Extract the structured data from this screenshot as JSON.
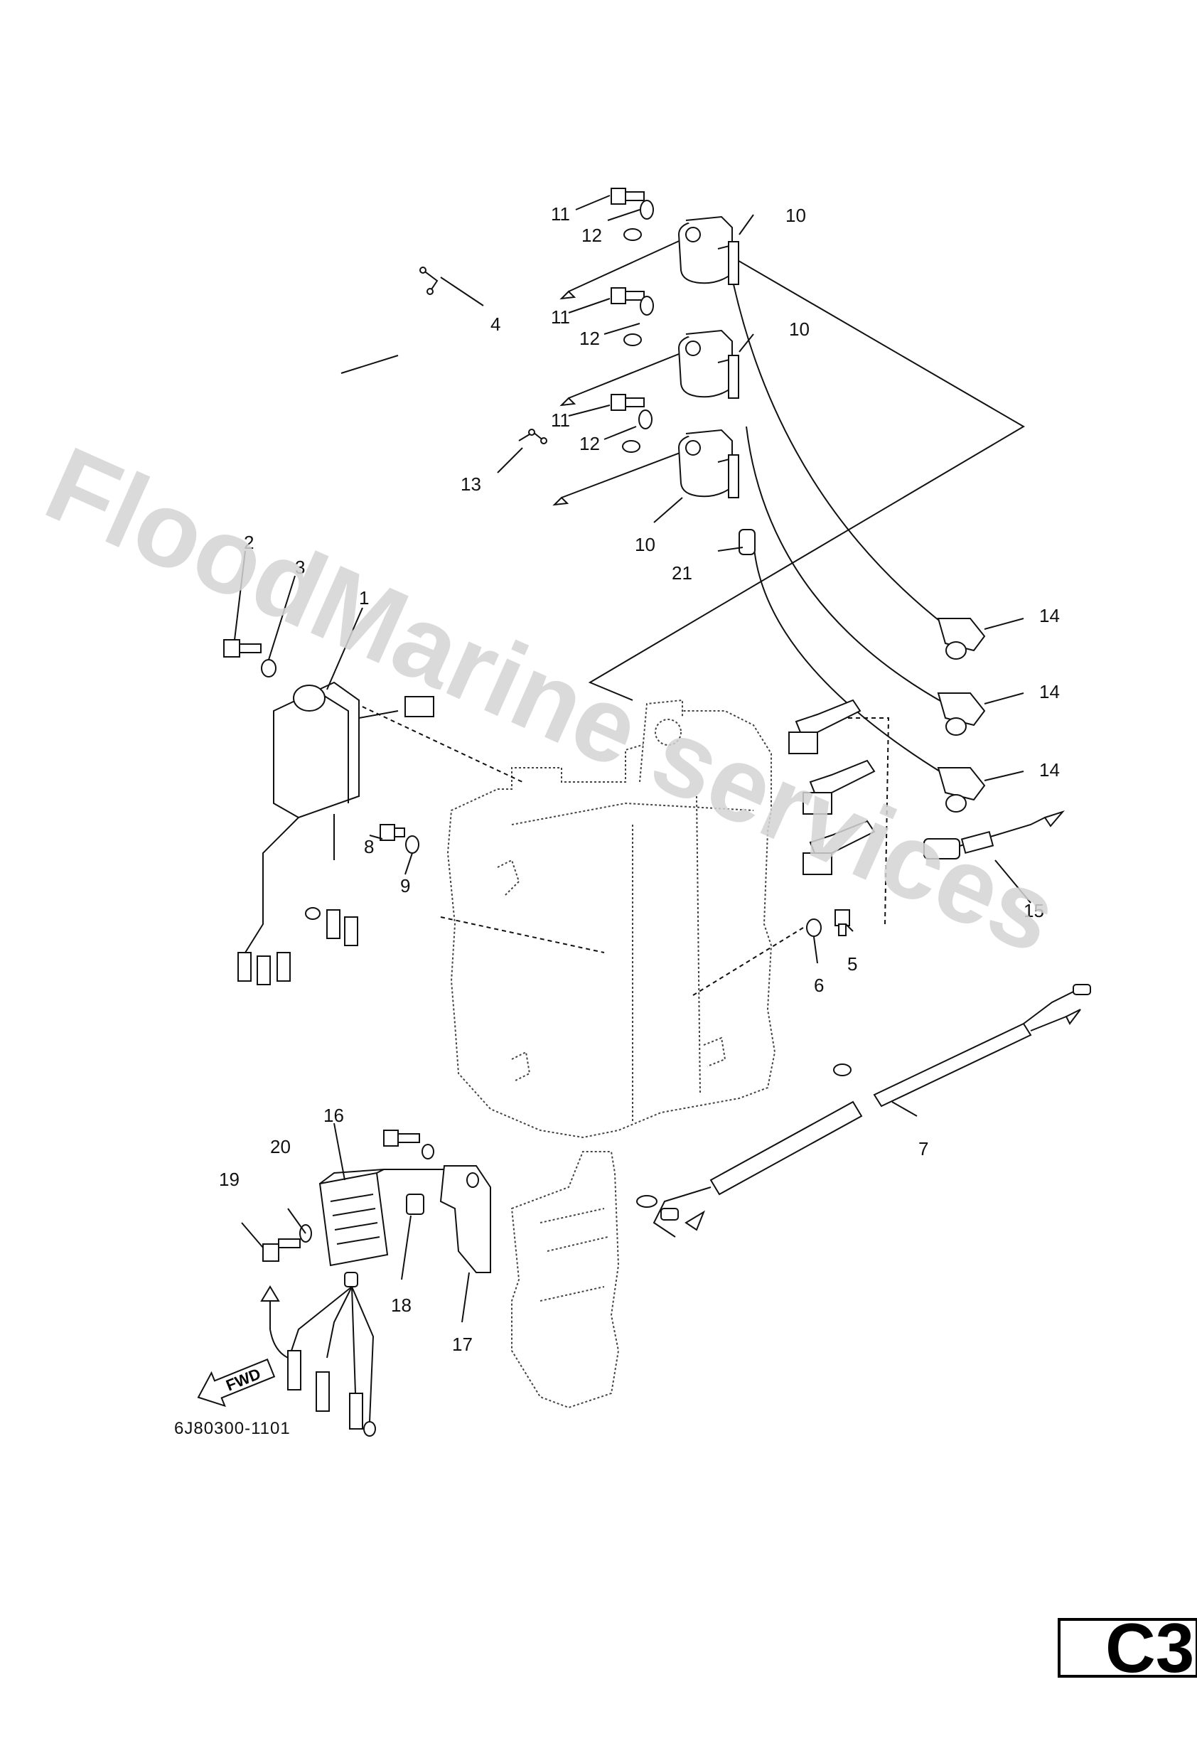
{
  "watermark": "FloodMarine services",
  "drawing_code": "6J80300-1101",
  "sheet_label": "C3",
  "fwd_label": "FWD",
  "callouts": {
    "c1": "1",
    "c2": "2",
    "c3": "3",
    "c4": "4",
    "c5": "5",
    "c6": "6",
    "c7": "7",
    "c8": "8",
    "c9": "9",
    "c10": "10",
    "c11": "11",
    "c12": "12",
    "c13": "13",
    "c14": "14",
    "c15": "15",
    "c16": "16",
    "c17": "17",
    "c18": "18",
    "c19": "19",
    "c20": "20",
    "c21": "21"
  }
}
